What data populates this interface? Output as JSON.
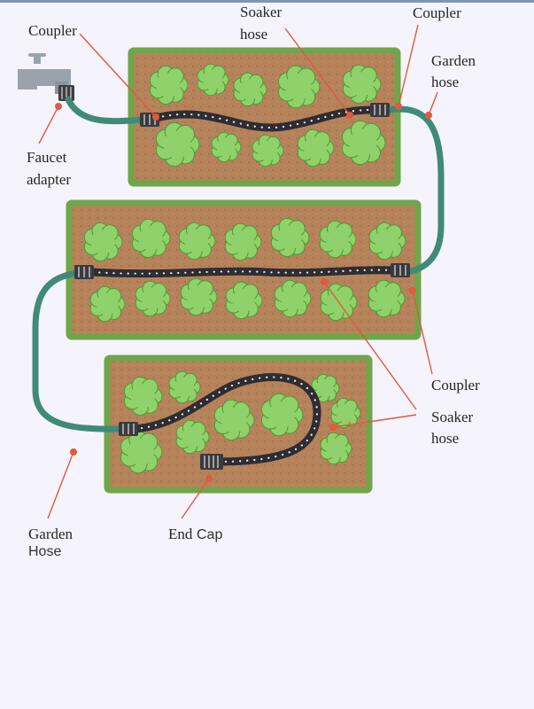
{
  "labels": {
    "coupler_top_left": "Coupler",
    "soaker_top": [
      "Soaker",
      "hose"
    ],
    "coupler_top_right": "Coupler",
    "garden_hose_right": [
      "Garden",
      "hose"
    ],
    "faucet_adapter": [
      "Faucet",
      "adapter"
    ],
    "coupler_right": "Coupler",
    "soaker_right": [
      "Soaker",
      "hose"
    ],
    "garden_hose_bottom": [
      "Garden",
      "Hose"
    ],
    "end_cap": [
      "End",
      "Cap"
    ]
  },
  "colors": {
    "bed_soil": "#b5825a",
    "bed_border": "#6fa64a",
    "plant": "#8fd16a",
    "plant_edge": "#4e9a34",
    "garden_hose": "#3f8a78",
    "soaker_hose": "#2d2d33",
    "callout": "#e05a3c",
    "faucet": "#9aa3ad"
  },
  "icons": [
    "faucet-icon",
    "coupler-icon",
    "end-cap-icon",
    "plant-icon"
  ]
}
